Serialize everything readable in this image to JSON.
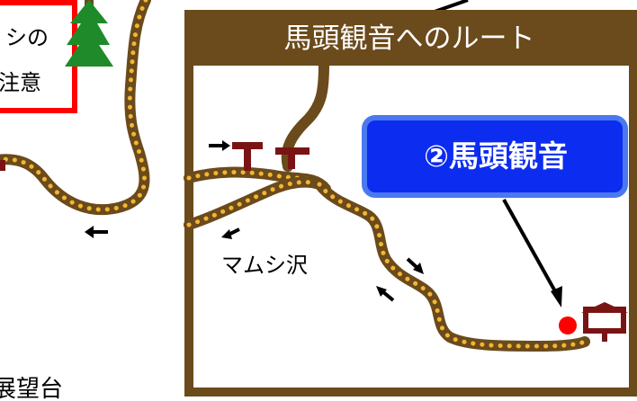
{
  "warning": {
    "line1": "シの",
    "line2": "注意"
  },
  "route_panel": {
    "title": "馬頭観音へのルート"
  },
  "callout": {
    "label": "②馬頭観音"
  },
  "places": {
    "marsh": "マムシ沢",
    "observatory": "展望台"
  },
  "colors": {
    "trail_brown": "#6b4a1b",
    "trail_dot": "#f2b632",
    "panel_brown": "#6b4a1b",
    "callout_blue": "#0c2cf0",
    "callout_border": "#4a78f0",
    "warning_border": "#ff0000",
    "marker_red": "#ff0000",
    "signpost": "#7a1414",
    "tree": "#1f8a2a"
  },
  "icons": {
    "signpost": "signpost-icon",
    "tree": "tree-icon",
    "arrow": "arrow-icon",
    "shrine": "shrine-sign-icon",
    "location": "red-dot-marker"
  }
}
